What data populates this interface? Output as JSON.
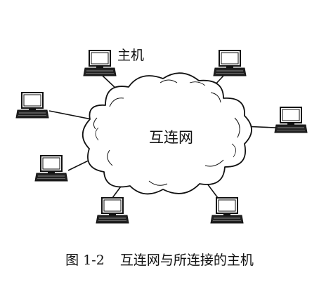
{
  "diagram": {
    "host_label": "主机",
    "network_label": "互连网",
    "hosts": [
      {
        "name": "host-top-left"
      },
      {
        "name": "host-top-right"
      },
      {
        "name": "host-left-upper"
      },
      {
        "name": "host-right"
      },
      {
        "name": "host-left-lower"
      },
      {
        "name": "host-bottom-left"
      },
      {
        "name": "host-bottom-right"
      }
    ]
  },
  "caption": {
    "figure_number": "图 1-2",
    "text": "互连网与所连接的主机"
  },
  "colors": {
    "stroke": "#111111",
    "background": "#ffffff"
  }
}
